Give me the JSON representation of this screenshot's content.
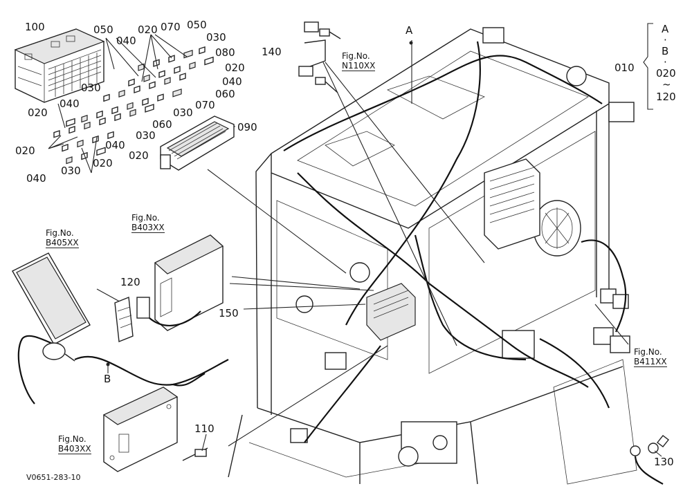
{
  "diagram": {
    "part_labels": {
      "p100": "100",
      "p050a": "050",
      "p020a": "020",
      "p070a": "070",
      "p050b": "050",
      "p030a": "030",
      "p040a": "040",
      "p080": "080",
      "p020b": "020",
      "p040b": "040",
      "p060a": "060",
      "p030b": "030",
      "p070b": "070",
      "p030c": "030",
      "p020c": "020",
      "p040c": "040",
      "p030d": "030",
      "p060b": "060",
      "p040d": "040",
      "p020d": "020",
      "p020e": "020",
      "p020f": "020",
      "p040e": "040",
      "p030e": "030",
      "p090": "090",
      "p140": "140",
      "pA": "A",
      "p010": "010",
      "pB": "B",
      "p120": "120",
      "p150": "150",
      "p110": "110",
      "p130": "130"
    },
    "range_bracket": {
      "line1": "A",
      "line2": "·",
      "line3": "B",
      "line4": "·",
      "line5": "020",
      "line6": "~",
      "line7": "120"
    },
    "figure_refs": {
      "n110": {
        "caption": "Fig.No.",
        "number": "N110XX"
      },
      "b403_top": {
        "caption": "Fig.No.",
        "number": "B403XX"
      },
      "b405": {
        "caption": "Fig.No.",
        "number": "B405XX"
      },
      "b411": {
        "caption": "Fig.No.",
        "number": "B411XX"
      },
      "b403_bottom": {
        "caption": "Fig.No.",
        "number": "B403XX"
      }
    },
    "drawing_code": "V0651-283-10"
  }
}
